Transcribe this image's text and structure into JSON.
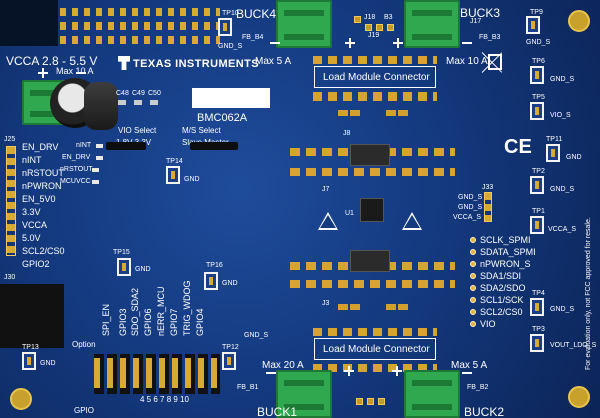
{
  "board": {
    "title": "BMC062A",
    "brand": "TEXAS INSTRUMENTS",
    "vcca_label": "VCCA 2.8 - 5.5 V",
    "vcca_current": "Max 10 A",
    "disclaimer": "For evaluation only, not FCC approved for resale.",
    "ce_mark": "CE"
  },
  "buck_labels": {
    "buck1": "BUCK1",
    "buck2": "BUCK2",
    "buck3": "BUCK3",
    "buck4": "BUCK4"
  },
  "current_labels": {
    "top_left": "Max 5 A",
    "top_right": "Max 10 A",
    "bottom_left": "Max 20 A",
    "bottom_right": "Max 5 A"
  },
  "load_module": {
    "top": "Load Module Connector",
    "bottom": "Load Module Connector"
  },
  "left_signals": [
    "EN_DRV",
    "nINT",
    "nRSTOUT",
    "nPWRON",
    "EN_5V0",
    "3.3V",
    "VCCA",
    "5.0V",
    "SCL2/CS0",
    "GPIO2"
  ],
  "right_signals": [
    "SCLK_SPMI",
    "SDATA_SPMI",
    "nPWRON_S",
    "SDA1/SDI",
    "SDA2/SDO",
    "SCL1/SCK",
    "SCL2/CS0",
    "VIO"
  ],
  "vertical_labels": [
    "SPI_EN",
    "GPIO3",
    "SDO_SDA2",
    "GPIO6",
    "nERR_MCU",
    "GPIO7",
    "TRIG_WDOG",
    "GPIO4"
  ],
  "select": {
    "vio": "VIO Select",
    "vio_options": "1.8V  3.3V",
    "ms": "M/S Select",
    "ms_options": "Slave  Master"
  },
  "jumper_labels": {
    "j17": "J17",
    "j18": "J18",
    "j19": "J19",
    "b3": "B3",
    "j33": "J33",
    "gnd_s": "GND_S",
    "vcca_s": "VCCA_S",
    "gnd": "GND",
    "fb_b4": "FB_B4",
    "fb_b3": "FB_B3",
    "fb_b1": "FB_B1",
    "fb_b2": "FB_B2",
    "vio_s": "VIO_S",
    "vout_ldo_s": "VOUT_LDO_S"
  },
  "led_labels": [
    "nINT",
    "EN_DRV",
    "nRSTOUT",
    "MCUVCC"
  ],
  "tp_labels": [
    "TP10",
    "TP9",
    "TP6",
    "TP5",
    "TP11",
    "TP2",
    "TP1",
    "TP4",
    "TP3",
    "TP14",
    "TP15",
    "TP16",
    "TP13",
    "TP12"
  ],
  "misc": {
    "option": "Option",
    "gpio": "GPIO",
    "numbers": "4 5 6 7 8 9 10",
    "j25": "J25",
    "j30": "J30",
    "j8": "J8",
    "j7": "J7",
    "j3": "J3",
    "u1": "U1",
    "c49": "C49",
    "c50": "C50",
    "c48": "C48"
  }
}
